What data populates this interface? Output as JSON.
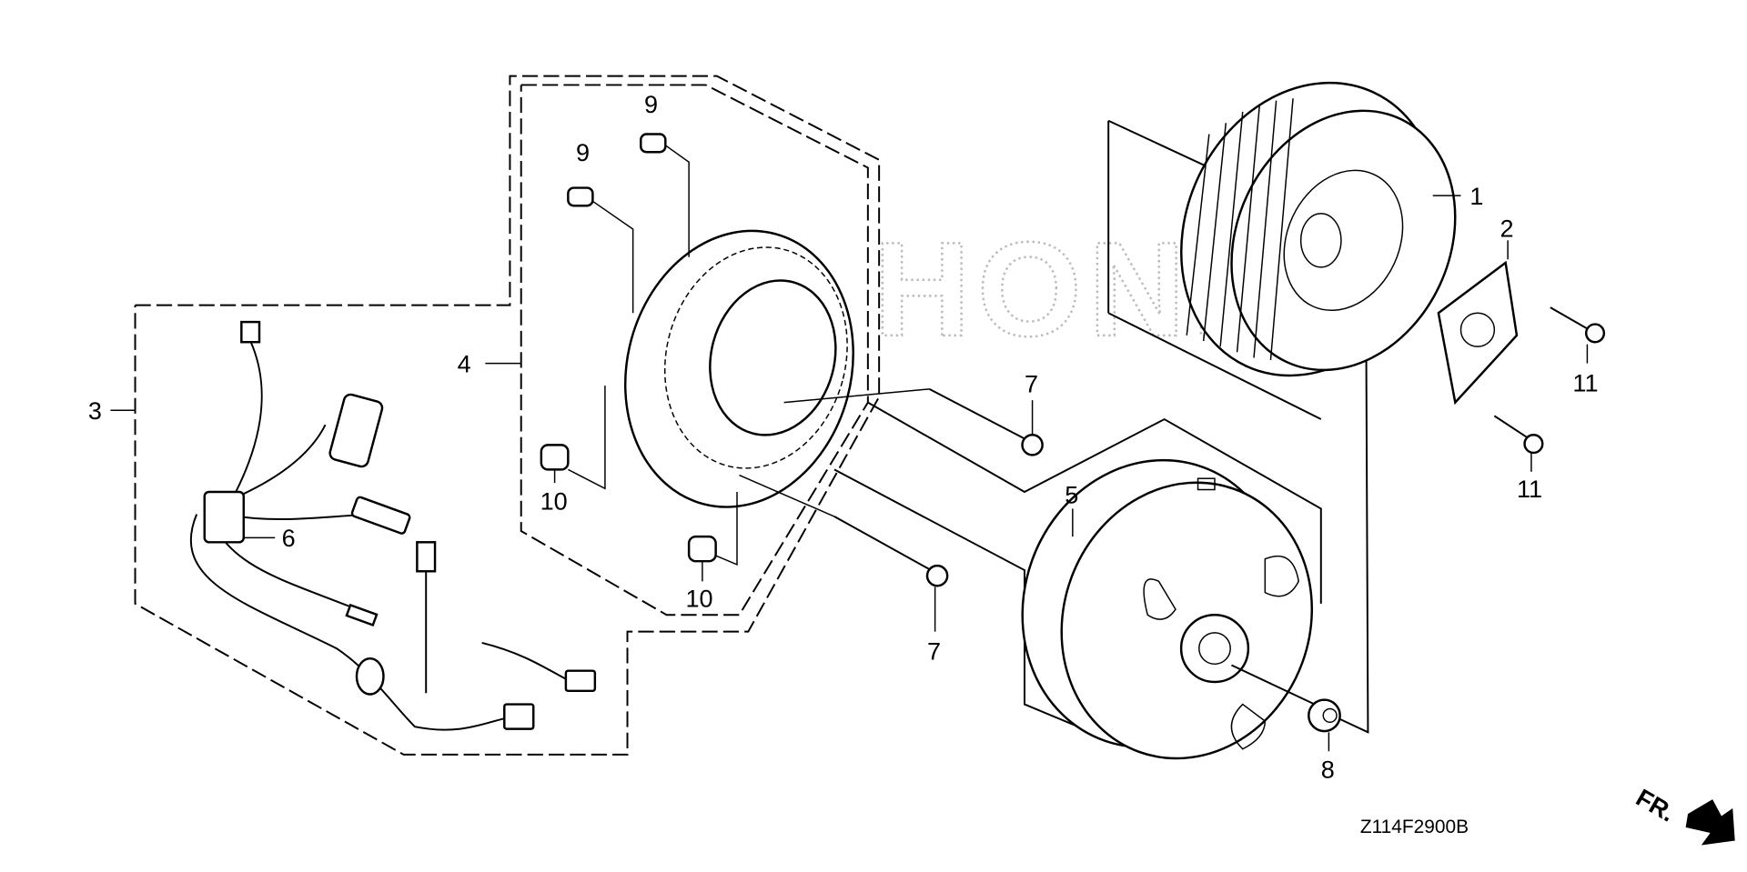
{
  "diagram": {
    "watermark": "HONDA",
    "drawing_code": "Z114F2900B",
    "direction_label": "FR.",
    "callouts": {
      "c1": "1",
      "c2": "2",
      "c3": "3",
      "c4": "4",
      "c5": "5",
      "c6": "6",
      "c7a": "7",
      "c7b": "7",
      "c8": "8",
      "c9a": "9",
      "c9b": "9",
      "c10a": "10",
      "c10b": "10",
      "c11a": "11",
      "c11b": "11"
    }
  }
}
